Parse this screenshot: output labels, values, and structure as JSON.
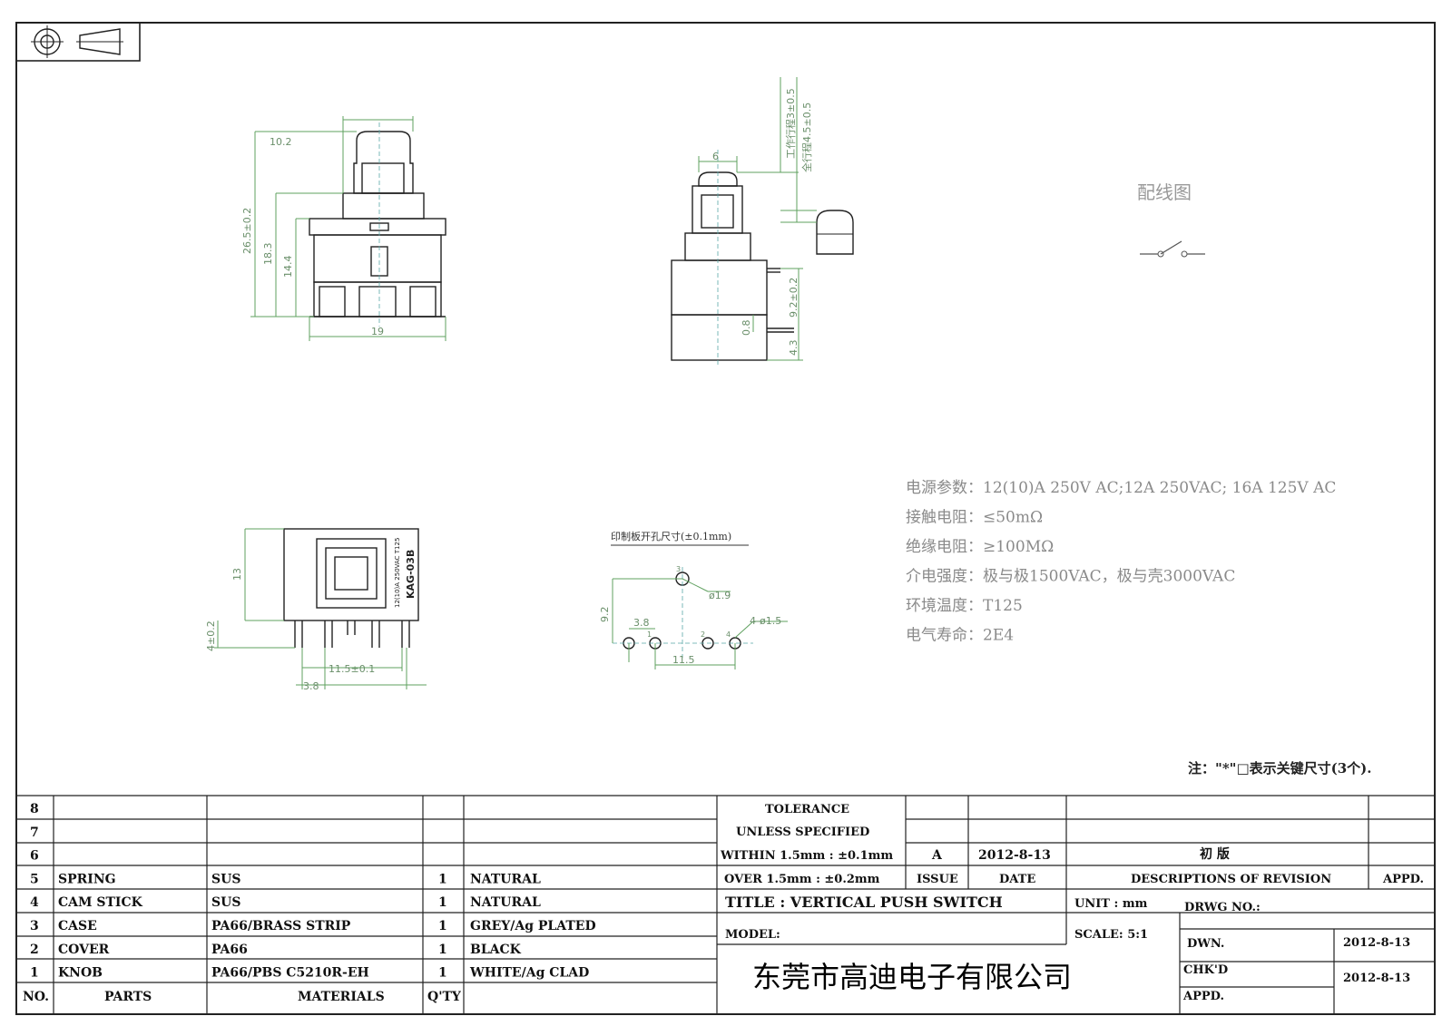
{
  "wiring": {
    "title": "配线图"
  },
  "pcb": {
    "title": "印制板开孔尺寸(±0.1mm)"
  },
  "dims": {
    "d_10_2": "10.2",
    "d_26_5": "26.5±0.2",
    "d_18_3": "18.3",
    "d_14_4": "14.4",
    "d_19": "19",
    "d_6": "6",
    "d_travel1": "工作行程3±0.5",
    "d_travel2": "全行程4.5±0.5",
    "d_9_2": "9.2±0.2",
    "d_0_8": "0.8",
    "d_4_3": "4.3",
    "d_13": "13",
    "d_4": "4±0.2",
    "d_11_5t": "11.5±0.1",
    "d_3_8": "3.8",
    "p_phi19": "ø1.9",
    "p_phi15": "4-ø1.5",
    "p_9_2": "9.2",
    "p_3_8": "3.8",
    "p_11_5": "11.5",
    "p_1": "1",
    "p_2": "2",
    "p_3": "3",
    "p_4": "4"
  },
  "specs": [
    "电源参数：12(10)A 250V AC;12A 250VAC; 16A 125V AC",
    "接触电阻：≤50mΩ",
    "绝缘电阻：≥100MΩ",
    "介电强度：极与极1500VAC，极与壳3000VAC",
    "环境温度：T125",
    "电气寿命：2E4"
  ],
  "note": "注：\"*\"□表示关键尺寸(3个).",
  "bom": {
    "rows": [
      {
        "no": "8",
        "part": "",
        "material": "",
        "qty": "",
        "finish": ""
      },
      {
        "no": "7",
        "part": "",
        "material": "",
        "qty": "",
        "finish": ""
      },
      {
        "no": "6",
        "part": "",
        "material": "",
        "qty": "",
        "finish": ""
      },
      {
        "no": "5",
        "part": "SPRING",
        "material": "SUS",
        "qty": "1",
        "finish": "NATURAL"
      },
      {
        "no": "4",
        "part": "CAM STICK",
        "material": "SUS",
        "qty": "1",
        "finish": "NATURAL"
      },
      {
        "no": "3",
        "part": "CASE",
        "material": "PA66/BRASS STRIP",
        "qty": "1",
        "finish": "GREY/Ag PLATED"
      },
      {
        "no": "2",
        "part": "COVER",
        "material": "PA66",
        "qty": "1",
        "finish": "BLACK"
      },
      {
        "no": "1",
        "part": "KNOB",
        "material": "PA66/PBS C5210R-EH",
        "qty": "1",
        "finish": "WHITE/Ag CLAD"
      }
    ],
    "header": {
      "no": "NO.",
      "part": "PARTS",
      "material": "MATERIALS",
      "qty": "Q'TY"
    }
  },
  "tolerance": {
    "line1": "TOLERANCE",
    "line2": "UNLESS  SPECIFIED",
    "line3": "WITHIN 1.5mm : ±0.1mm",
    "line4": "OVER 1.5mm : ±0.2mm"
  },
  "revision": {
    "issue": "A",
    "date": "2012-8-13",
    "description": "初 版",
    "h_issue": "ISSUE",
    "h_date": "DATE",
    "h_desc": "DESCRIPTIONS OF REVISION",
    "h_appd": "APPD."
  },
  "title_block": {
    "title": "TITLE :  VERTICAL PUSH SWITCH",
    "unit": "UNIT :  mm",
    "drwg": "DRWG NO.:",
    "model": "MODEL:",
    "scale": "SCALE:  5:1",
    "dwn": "DWN.",
    "dwn_date": "2012-8-13",
    "chkd": "CHK'D",
    "chkd_date": "2012-8-13",
    "appd": "APPD.",
    "company": "东莞市高迪电子有限公司"
  },
  "markings": {
    "m1": "KAG-03B",
    "m2": "12(10)A 250VAC T125"
  }
}
